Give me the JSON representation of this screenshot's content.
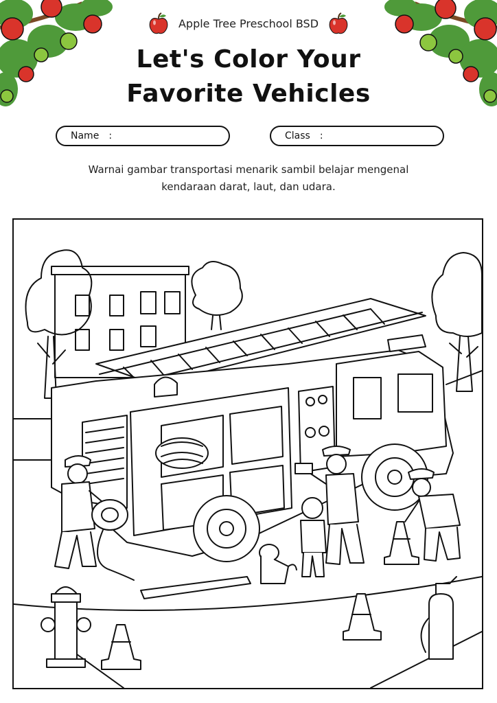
{
  "header": {
    "school_name": "Apple Tree Preschool BSD",
    "title_line1": "Let's Color Your",
    "title_line2": "Favorite Vehicles"
  },
  "form": {
    "name_label": "Name",
    "class_label": "Class",
    "separator": ":"
  },
  "instructions": {
    "line1": "Warnai gambar transportasi menarik sambil belajar mengenal",
    "line2": "kendaraan darat, laut, dan udara."
  },
  "illustration": {
    "subject": "fire-truck-scene",
    "colors": {
      "apple_red": "#d9342b",
      "leaf_green": "#4f9a3a",
      "line_black": "#111111"
    }
  }
}
